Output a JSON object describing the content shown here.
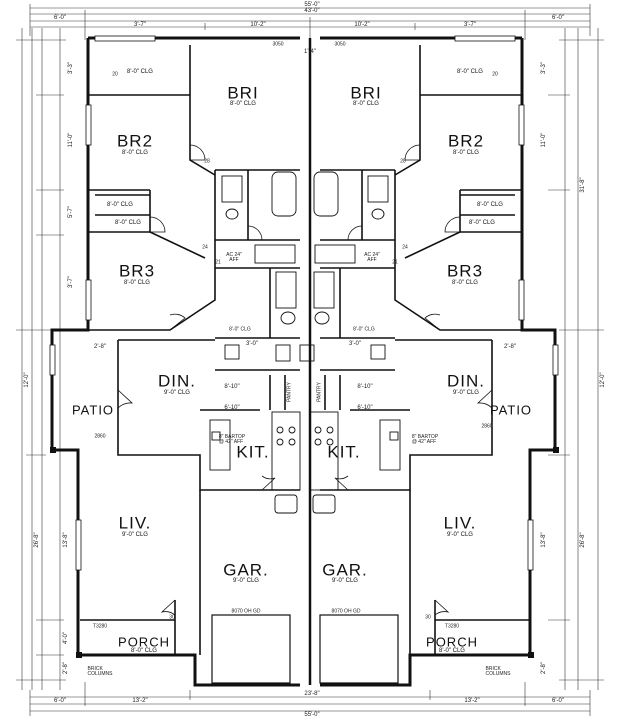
{
  "units": {
    "left": {
      "rooms": [
        {
          "id": "br1",
          "name": "BRI",
          "ceiling": "8'-0\" CLG"
        },
        {
          "id": "br2",
          "name": "BR2",
          "ceiling": "8'-0\" CLG"
        },
        {
          "id": "br3",
          "name": "BR3",
          "ceiling": "8'-0\" CLG"
        },
        {
          "id": "din",
          "name": "DIN.",
          "ceiling": "9'-0\" CLG"
        },
        {
          "id": "patio",
          "name": "PATIO",
          "ceiling": ""
        },
        {
          "id": "kit",
          "name": "KIT.",
          "ceiling": ""
        },
        {
          "id": "liv",
          "name": "LIV.",
          "ceiling": "9'-0\" CLG"
        },
        {
          "id": "gar",
          "name": "GAR.",
          "ceiling": "9'-0\" CLG"
        },
        {
          "id": "porch",
          "name": "PORCH",
          "ceiling": "8'-0\" CLG"
        }
      ],
      "closets": [
        "8'-0\" CLG",
        "8'-0\" CLG",
        "8'-0\" CLG"
      ],
      "garage_door": "8070 OH GD",
      "window_top": "3050",
      "bartop": "8\" BARTOP\n@ 42\" AFF",
      "patio_door": "2860",
      "porch_door": "T3280",
      "column_note": "BRICK\nCOLUMNS"
    },
    "right": {
      "rooms": [
        {
          "id": "br1",
          "name": "BRI",
          "ceiling": "8'-0\" CLG"
        },
        {
          "id": "br2",
          "name": "BR2",
          "ceiling": "8'-0\" CLG"
        },
        {
          "id": "br3",
          "name": "BR3",
          "ceiling": "8'-0\" CLG"
        },
        {
          "id": "din",
          "name": "DIN.",
          "ceiling": "9'-0\" CLG"
        },
        {
          "id": "patio",
          "name": "PATIO",
          "ceiling": ""
        },
        {
          "id": "kit",
          "name": "KIT.",
          "ceiling": ""
        },
        {
          "id": "liv",
          "name": "LIV.",
          "ceiling": "9'-0\" CLG"
        },
        {
          "id": "gar",
          "name": "GAR.",
          "ceiling": "9'-0\" CLG"
        },
        {
          "id": "porch",
          "name": "PORCH",
          "ceiling": "8'-0\" CLG"
        }
      ],
      "closets": [
        "8'-0\" CLG",
        "8'-0\" CLG",
        "8'-0\" CLG"
      ],
      "garage_door": "8070 OH GD",
      "window_top": "3050",
      "bartop": "8\" BARTOP\n@ 42\" AFF",
      "patio_door": "2860",
      "porch_door": "T3280",
      "column_note": "BRICK\nCOLUMNS"
    }
  },
  "center": {
    "pantry": "PANTRY",
    "ac": "AC 24\"\nAFF",
    "small_clg": "8'-0\" CLG",
    "door_labels": [
      "20",
      "24",
      "28",
      "21",
      "30"
    ]
  },
  "dimensions": {
    "top_overall": "55'-0\"",
    "top_inner": "43'-0\"",
    "top_left": "6'-0\"",
    "top_right": "6'-0\"",
    "top_seg_left": "3'-7\"",
    "top_seg_right": "3'-7\"",
    "top_mid_left": "10'-2\"",
    "top_mid_right": "10'-2\"",
    "bottom_overall": "55'-0\"",
    "bottom_inner": "23'-8\"",
    "bottom_left": "6'-0\"",
    "bottom_right": "6'-0\"",
    "bottom_mid_left": "13'-2\"",
    "bottom_mid_right": "13'-2\"",
    "left_side": [
      "3'-3\"",
      "11'-0\"",
      "5'-7\"",
      "3'-7\"",
      "12'-0\"",
      "13'-8\"",
      "26'-8\"",
      "4'-0\"",
      "2'-8\""
    ],
    "right_side": [
      "3'-3\"",
      "11'-0\"",
      "31'-8\"",
      "12'-0\"",
      "13'-8\"",
      "26'-8\"",
      "2'-8\""
    ],
    "interior": [
      "8'-10\"",
      "6'-10\"",
      "3'-0\"",
      "2'-8\"",
      "1'-4\""
    ]
  }
}
